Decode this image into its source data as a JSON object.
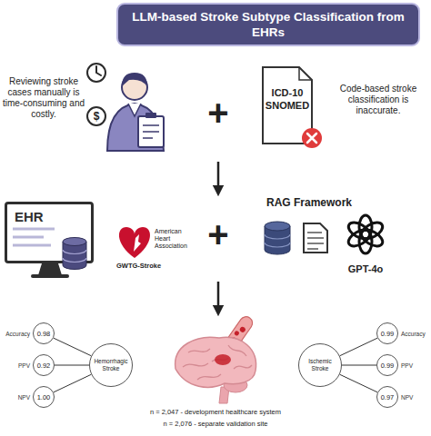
{
  "diagram": {
    "title": "LLM-based Stroke Subtype Classification from EHRs",
    "nodes": [
      {
        "text": [
          "ICD-10 SNOMED"
        ]
      },
      {
        "text": [
          "EHR"
        ]
      },
      {
        "text": [
          "Accuracy",
          "0.98"
        ]
      },
      {
        "text": [
          "PPV",
          "0.92"
        ]
      },
      {
        "text": [
          "NPV",
          "1.00"
        ]
      },
      {
        "text": [
          "Hemorrhagic Stroke"
        ]
      },
      {
        "text": [
          "Ischemic Stroke"
        ]
      },
      {
        "text": [
          "Accuracy",
          "0.99"
        ]
      },
      {
        "text": [
          "PPV",
          "0.99"
        ]
      },
      {
        "text": [
          "NPV",
          "0.97"
        ]
      }
    ],
    "edges": [
      {
        "from": 2,
        "to": 5,
        "arrow": "none"
      },
      {
        "from": 3,
        "to": 5,
        "arrow": "none"
      },
      {
        "from": 4,
        "to": 5,
        "arrow": "none"
      },
      {
        "from": 6,
        "to": 7,
        "arrow": "none"
      },
      {
        "from": 6,
        "to": 8,
        "arrow": "none"
      },
      {
        "from": 6,
        "to": 9,
        "arrow": "none"
      }
    ],
    "labels": [
      "Reviewing stroke cases manually is time-consuming and costly.",
      "$",
      "+",
      "Code-based stroke classification is inaccurate.",
      "American Heart Association",
      "GWTG-Stroke",
      "+",
      "RAG Framework",
      "GPT-4o",
      "n = 2,047 - development healthcare system",
      "n = 2,076 - separate validation site"
    ]
  }
}
